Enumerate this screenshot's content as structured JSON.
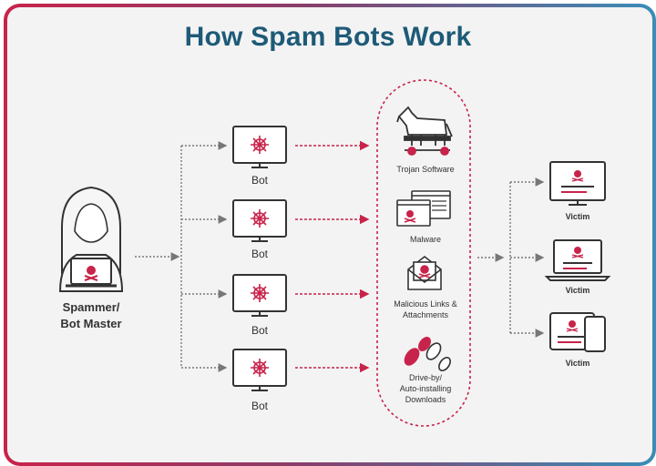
{
  "title": "How Spam Bots Work",
  "spammer": {
    "line1": "Spammer/",
    "line2": "Bot Master"
  },
  "bots": {
    "label": "Bot"
  },
  "methods": {
    "trojan": "Trojan Software",
    "malware": "Malware",
    "links_line1": "Malicious Links &",
    "links_line2": "Attachments",
    "driveby_line1": "Drive-by/",
    "driveby_line2": "Auto-installing",
    "driveby_line3": "Downloads"
  },
  "victims": {
    "label": "Victim"
  },
  "colors": {
    "title": "#1d5a77",
    "red": "#c8234a",
    "dark": "#333333",
    "frame_start": "#c8234a",
    "frame_end": "#3a8db8"
  }
}
